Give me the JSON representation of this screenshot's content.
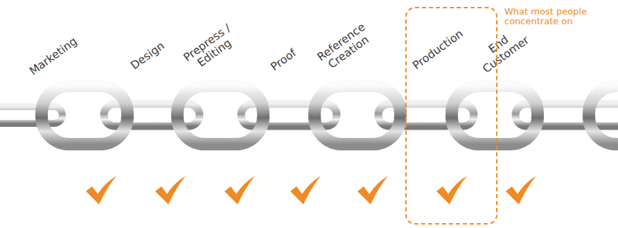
{
  "diagram": {
    "nodes": [
      {
        "text": [
          "What most people concentrate on",
          "Production"
        ]
      }
    ],
    "labels": [
      "Marketing",
      "Design",
      "Prepress / Editing",
      "Proof",
      "Reference Creation",
      "End Customer"
    ]
  }
}
